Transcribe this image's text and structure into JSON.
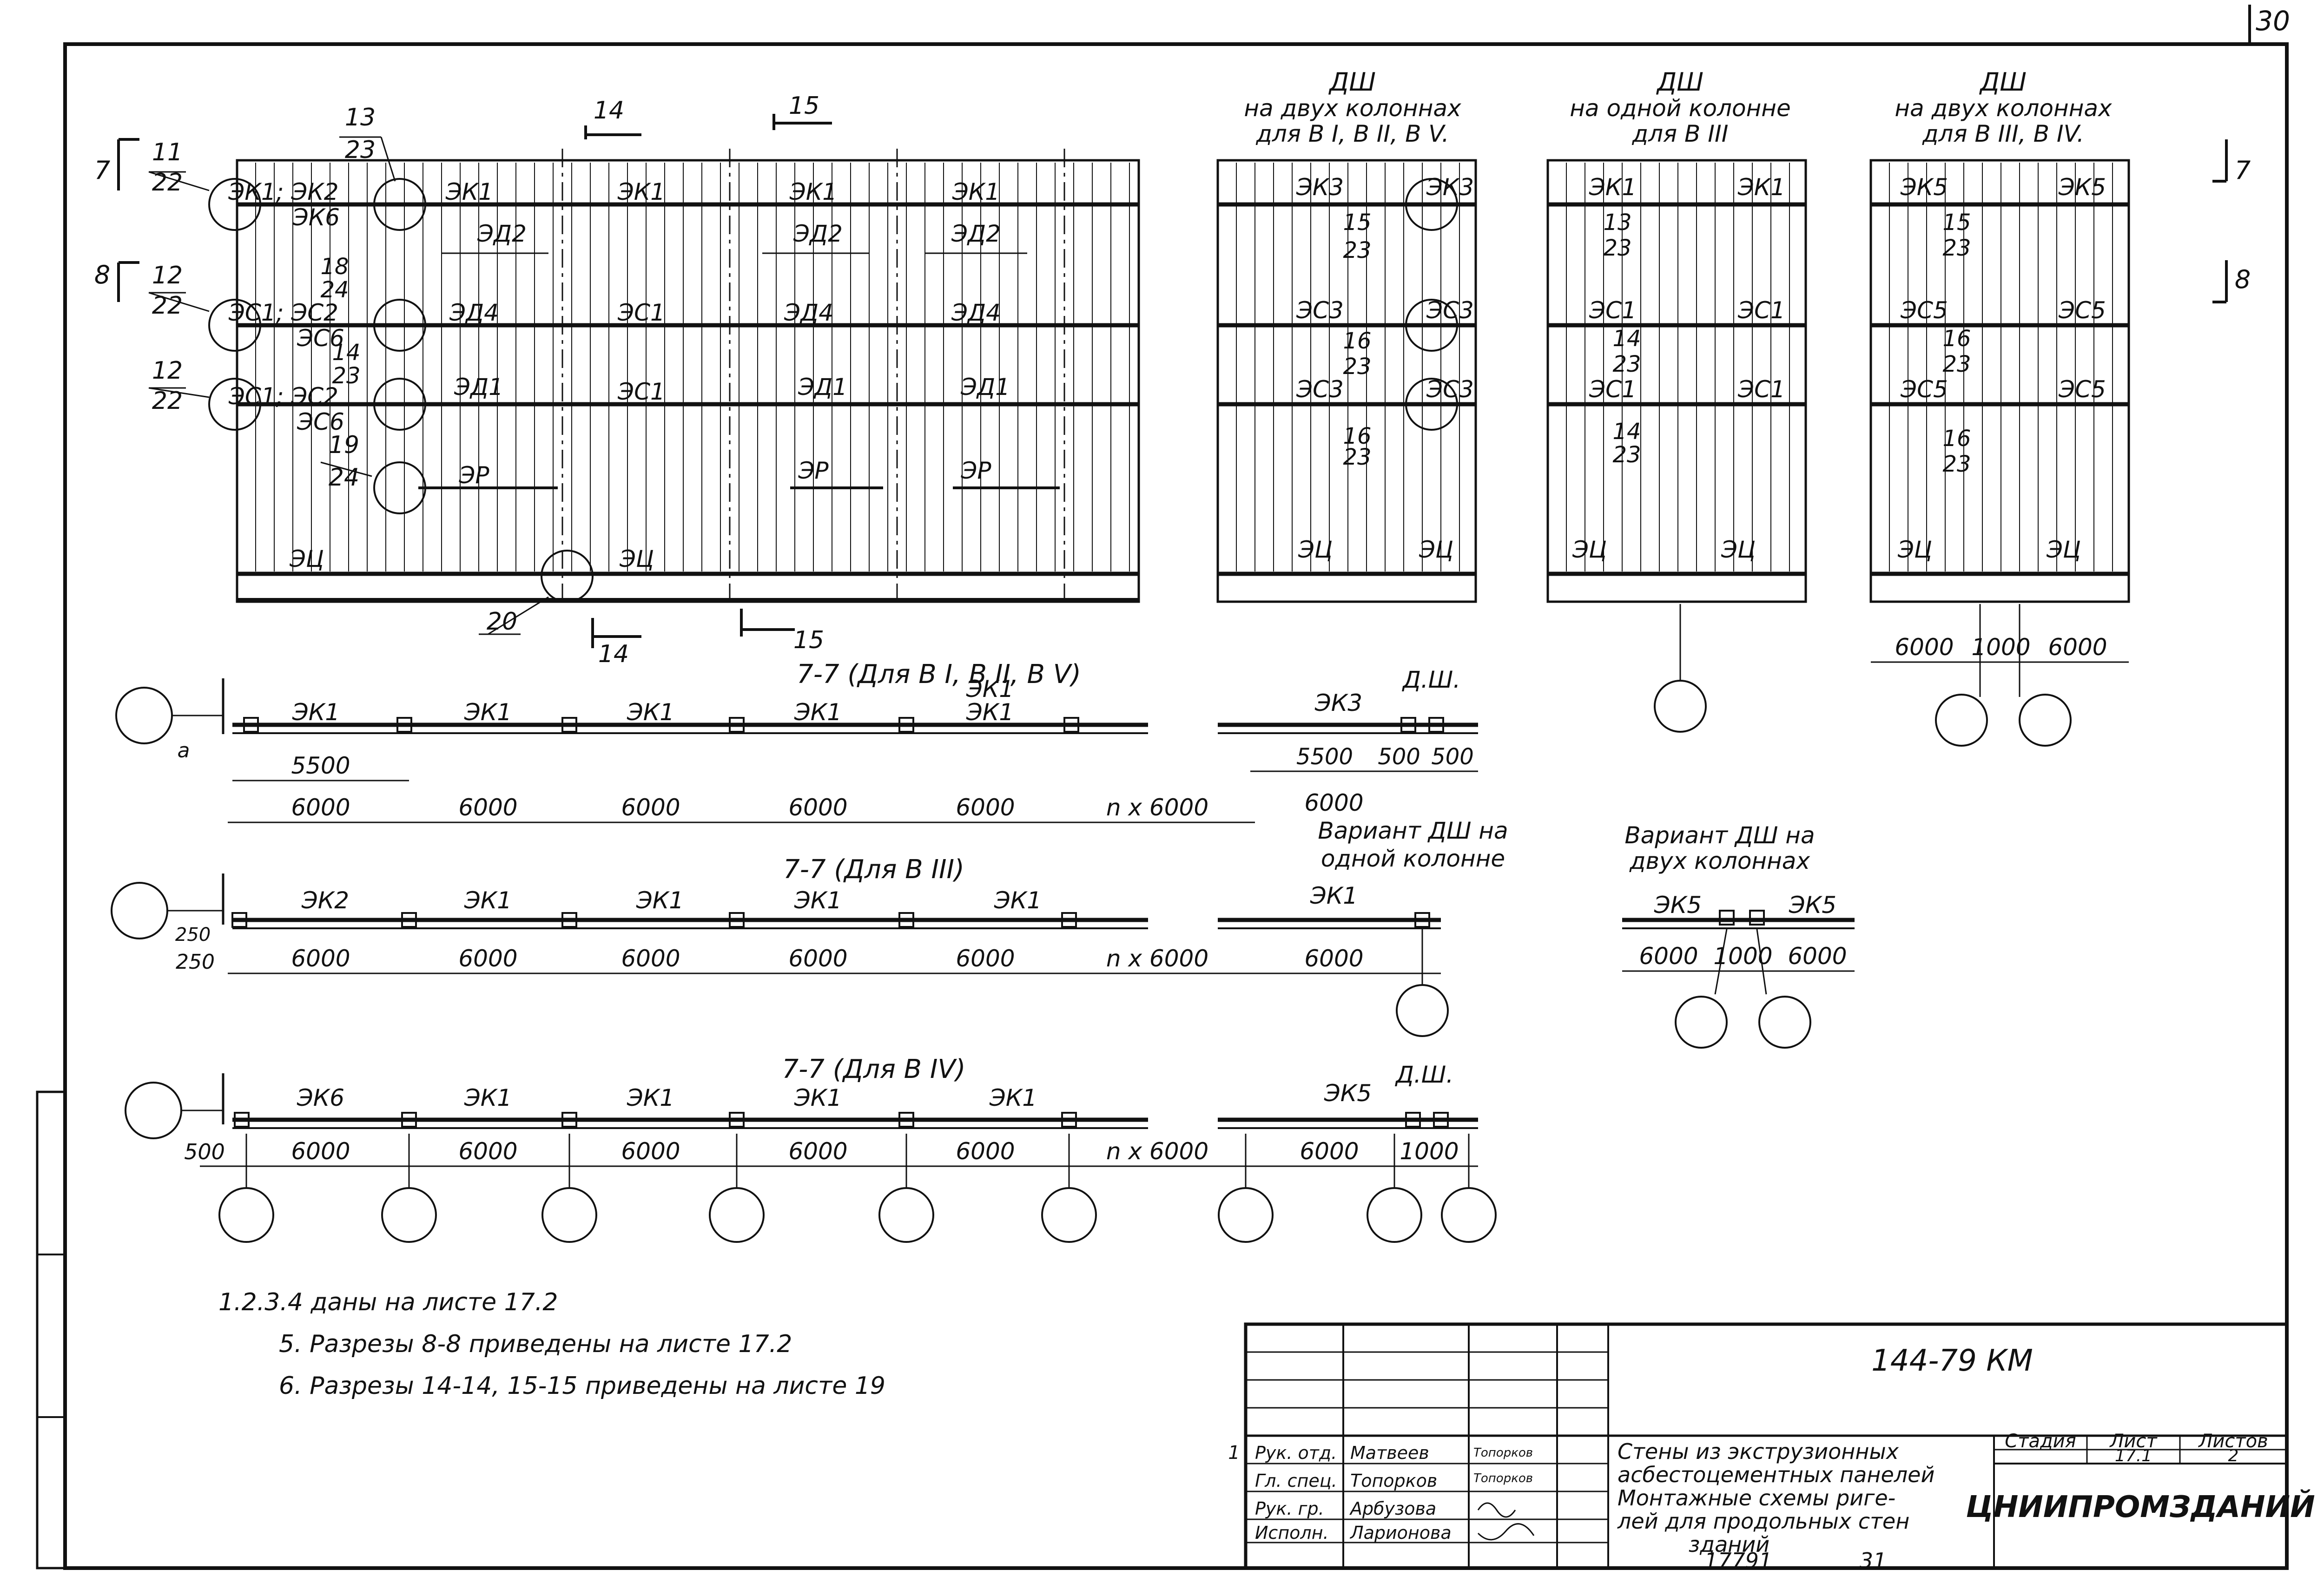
{
  "sheet_number": "30",
  "bottom_numbers": {
    "left": "17791",
    "right": "31"
  },
  "elevation1": {
    "marks": {
      "s7": "7",
      "s8": "8"
    },
    "callouts": [
      {
        "num": "11",
        "den": "22"
      },
      {
        "num": "13",
        "den": "23"
      },
      {
        "num": "12",
        "den": "22"
      },
      {
        "num": "18",
        "den": "24"
      },
      {
        "num": "12",
        "den": "22"
      },
      {
        "num": "14",
        "den": "23"
      },
      {
        "num": "19",
        "den": "24"
      },
      {
        "num": "20",
        "den": ""
      }
    ],
    "section_14": "14",
    "section_15": "15",
    "row_top": [
      "ЭК1; ЭК2",
      "ЭК6",
      "ЭК1",
      "ЭК1",
      "ЭК1",
      "ЭК1"
    ],
    "row_2_labels": [
      "ЭД2",
      "ЭД2",
      "ЭД2"
    ],
    "row_3": [
      "ЭС1; ЭС2",
      "ЭС6",
      "ЭД4",
      "ЭС1",
      "ЭД4",
      "ЭД4"
    ],
    "row_4": [
      "ЭС1; ЭС2",
      "ЭС6",
      "ЭД1",
      "ЭС1",
      "ЭД1",
      "ЭД1"
    ],
    "row_5": [
      "ЭР",
      "ЭР",
      "ЭР"
    ],
    "row_bottom": [
      "ЭЦ",
      "ЭЦ"
    ]
  },
  "elevation2": {
    "title": [
      "ДШ",
      "на двух колоннах",
      "для В I, В II, В V."
    ],
    "labels": [
      "ЭК3",
      "ЭК3",
      "ЭС3",
      "ЭС3",
      "ЭС3",
      "ЭС3",
      "ЭЦ",
      "ЭЦ"
    ],
    "callouts": [
      {
        "num": "15",
        "den": "23"
      },
      {
        "num": "16",
        "den": "23"
      },
      {
        "num": "16",
        "den": "23"
      }
    ]
  },
  "elevation3": {
    "title": [
      "ДШ",
      "на одной колонне",
      "для В III"
    ],
    "labels": [
      "ЭК1",
      "ЭК1",
      "ЭС1",
      "ЭС1",
      "ЭС1",
      "ЭС1",
      "ЭЦ",
      "ЭЦ"
    ],
    "callouts": [
      {
        "num": "13",
        "den": "23"
      },
      {
        "num": "14",
        "den": "23"
      },
      {
        "num": "14",
        "den": "23"
      }
    ]
  },
  "elevation4": {
    "title": [
      "ДШ",
      "на двух колоннах",
      "для В III, В IV."
    ],
    "labels": [
      "ЭК5",
      "ЭК5",
      "ЭС5",
      "ЭС5",
      "ЭС5",
      "ЭС5",
      "ЭЦ",
      "ЭЦ"
    ],
    "callouts": [
      {
        "num": "15",
        "den": "23"
      },
      {
        "num": "16",
        "den": "23"
      },
      {
        "num": "16",
        "den": "23"
      }
    ],
    "dims": [
      "6000",
      "1000",
      "6000"
    ],
    "marks": {
      "s7": "7",
      "s8": "8"
    }
  },
  "plan1": {
    "title": "7-7  (Для В I, В II, В V)",
    "beams": [
      "ЭК1",
      "ЭК1",
      "ЭК1",
      "ЭК1",
      "ЭК1",
      "ЭК1"
    ],
    "dim_first": "5500",
    "dims": [
      "6000",
      "6000",
      "6000",
      "6000",
      "6000",
      "n x 6000"
    ],
    "right_beam": "ЭК3",
    "right_tag": "Д.Ш.",
    "right_dims_top": [
      "5500",
      "500",
      "500"
    ],
    "right_dims": [
      "6000"
    ],
    "a_label": "а"
  },
  "plan2": {
    "title": "7-7  (Для В III)",
    "beams": [
      "ЭК2",
      "ЭК1",
      "ЭК1",
      "ЭК1",
      "ЭК1"
    ],
    "dim_first": "250",
    "dim_vertical": "250",
    "dims": [
      "6000",
      "6000",
      "6000",
      "6000",
      "6000",
      "n x 6000"
    ],
    "right_beam": "ЭК1",
    "right_dims": [
      "6000"
    ],
    "variant_one": "Вариант ДШ на одной колонне",
    "variant_two": "Вариант ДШ на двух колоннах",
    "variant_two_beams": [
      "ЭК5",
      "ЭК5"
    ],
    "variant_two_dims": [
      "6000",
      "1000",
      "6000"
    ]
  },
  "plan3": {
    "title": "7-7  (Для В IV)",
    "beams": [
      "ЭК6",
      "ЭК1",
      "ЭК1",
      "ЭК1",
      "ЭК1"
    ],
    "dim_first": "500",
    "dims": [
      "6000",
      "6000",
      "6000",
      "6000",
      "6000",
      "n x 6000"
    ],
    "right_beam": "ЭК5",
    "right_tag": "Д.Ш.",
    "right_dims": [
      "6000",
      "1000"
    ]
  },
  "notes": [
    "1.2.3.4  даны на листе 17.2",
    "5.  Разрезы 8-8 приведены на листе 17.2",
    "6.  Разрезы 14-14, 15-15 приведены на листе 19"
  ],
  "title_block": {
    "doc_code": "144-79 КМ",
    "title_lines": [
      "Стены из экструзионных",
      "асбестоцементных панелей",
      "Монтажные схемы ригe-",
      "лей для продольных стен",
      "зданий"
    ],
    "stage_head": "Стадия",
    "sheet_head": "Лист",
    "sheets_head": "Листов",
    "sheet_value": "17.1",
    "sheets_value": "2",
    "org": "ЦНИИПРОМЗДАНИЙ",
    "row_index": "1",
    "roles": [
      "Рук. отд.",
      "Гл. спец.",
      "Рук. гр.",
      "Исполн."
    ],
    "names": [
      "Матвеев",
      "Топорков",
      "Арбузова",
      "Ларионова"
    ],
    "signatures": [
      "Топорков",
      "Топорков"
    ]
  }
}
